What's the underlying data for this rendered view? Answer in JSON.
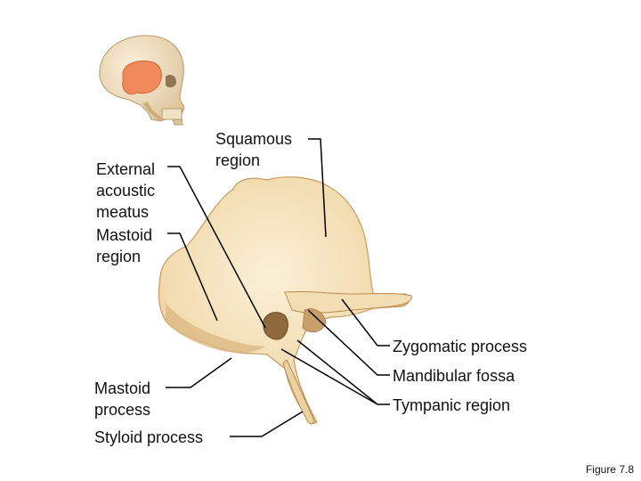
{
  "labels": {
    "squamous_region": "Squamous\nregion",
    "external_acoustic_meatus": "External\nacoustic\nmeatus",
    "mastoid_region": "Mastoid\nregion",
    "zygomatic_process": "Zygomatic process",
    "mandibular_fossa": "Mandibular fossa",
    "tympanic_region": "Tympanic region",
    "mastoid_process": "Mastoid\nprocess",
    "styloid_process": "Styloid process"
  },
  "figure_number": "Figure 7.8",
  "colors": {
    "bone_light": "#f6e3bf",
    "bone_mid": "#e8c995",
    "bone_dark": "#c79b5f",
    "highlight": "#f08a5d",
    "leader_line": "#000000"
  }
}
